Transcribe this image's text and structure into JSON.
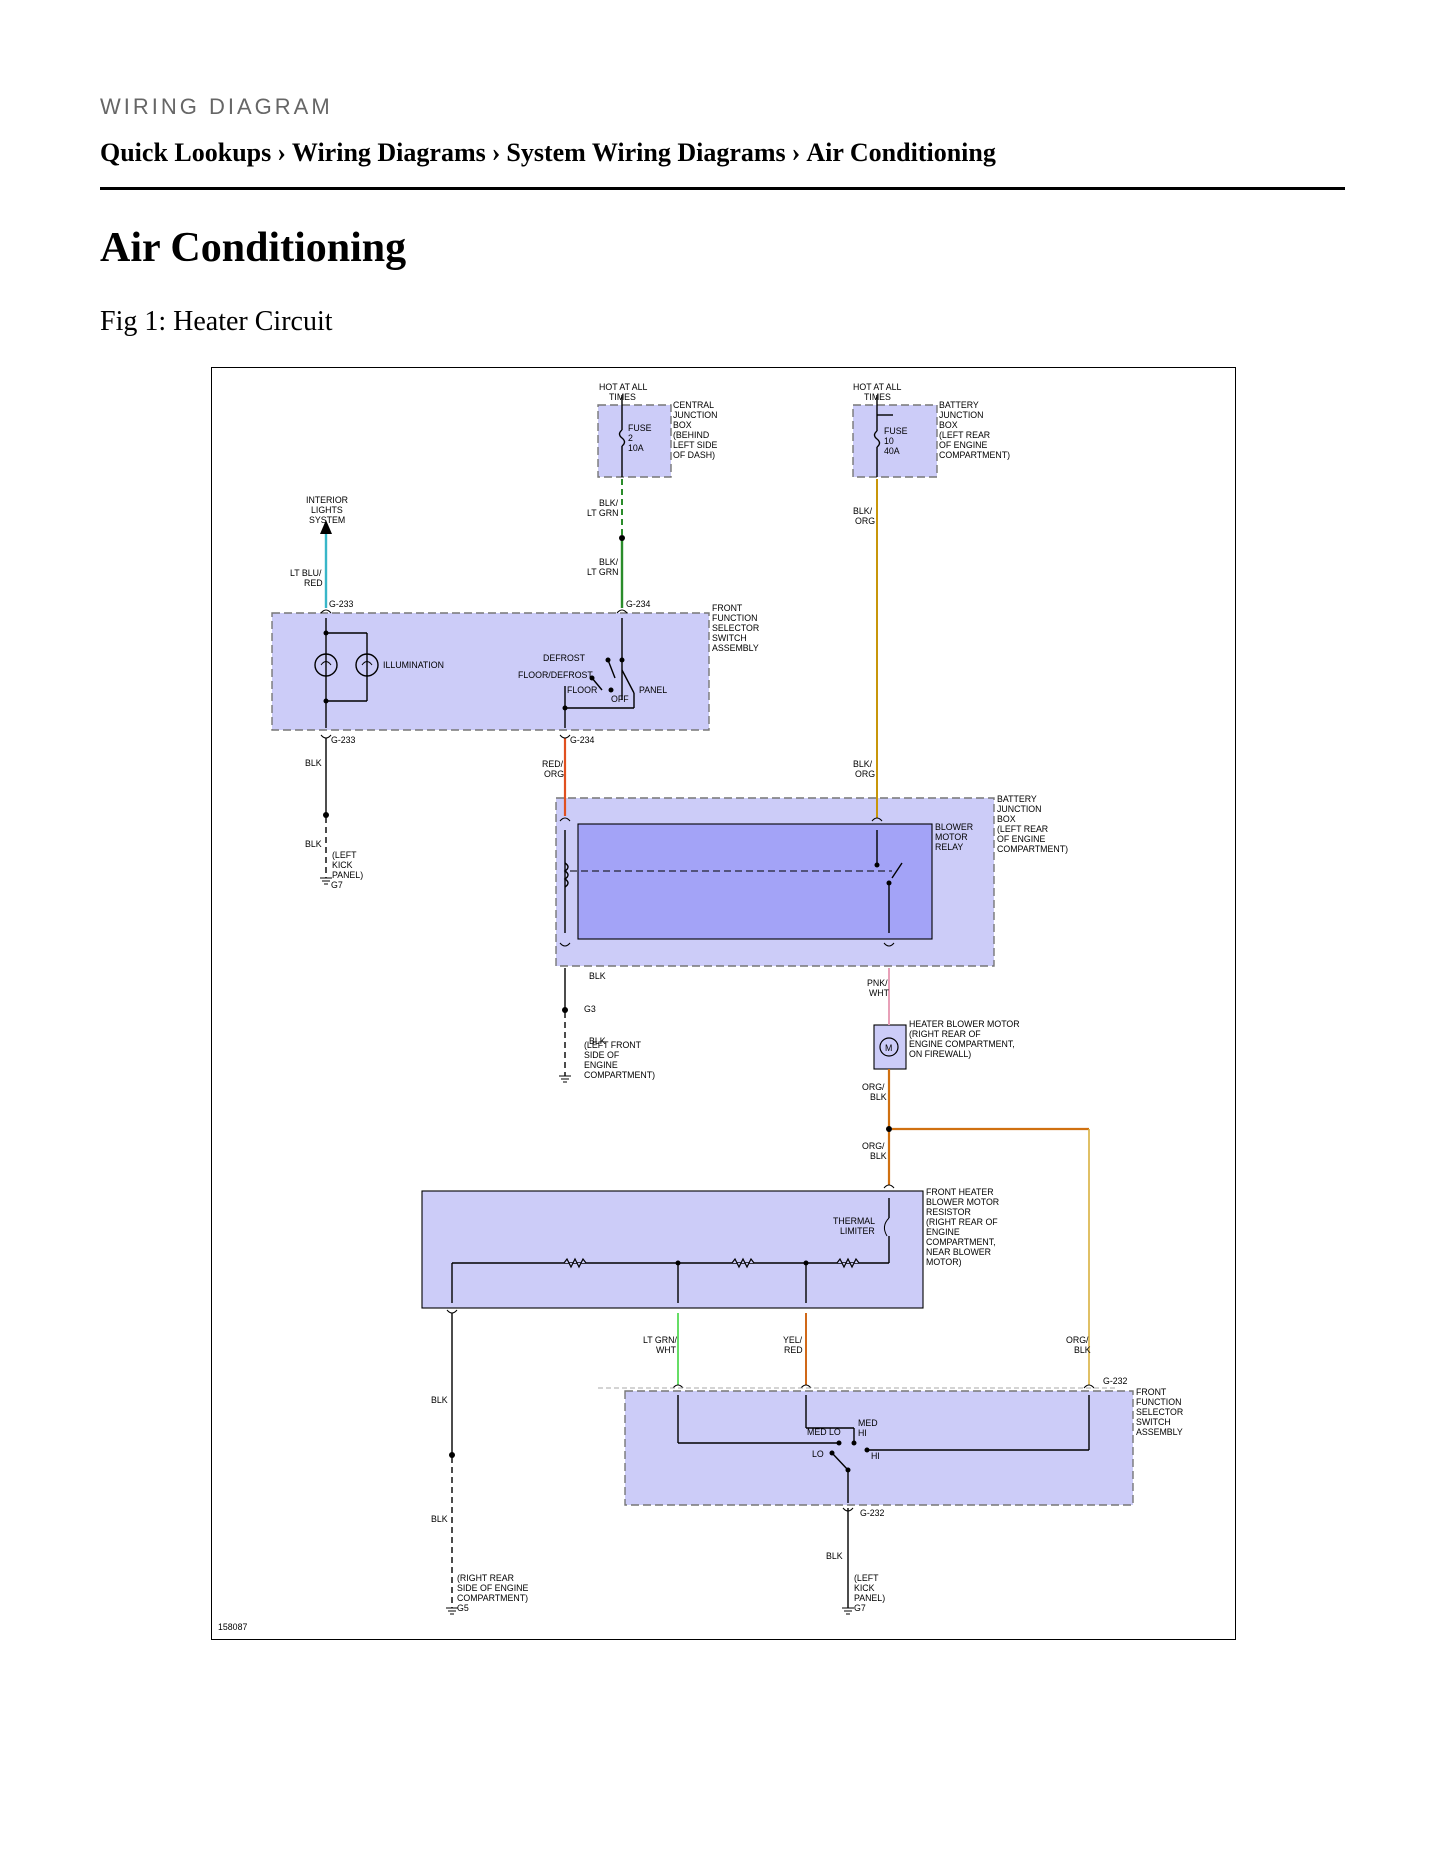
{
  "header": {
    "kicker": "WIRING DIAGRAM",
    "breadcrumb": [
      "Quick Lookups",
      "Wiring Diagrams",
      "System Wiring Diagrams",
      "Air Conditioning"
    ],
    "separator": "›"
  },
  "page_title": "Air Conditioning",
  "figure_caption": "Fig 1: Heater Circuit",
  "diagram": {
    "figure_id": "158087",
    "colors": {
      "module_fill": "#ccccf8",
      "relay_fill": "#a3a3f7",
      "wire_blk_ltgrn": "#2a8c2a",
      "wire_blk_org": "#c8960a",
      "wire_ltblu_red": "#38b6c8",
      "wire_red_org": "#e05020",
      "wire_pnk_wht": "#e8a0b8",
      "wire_org_blk": "#d07010",
      "wire_ltgrn_wht": "#66dd66",
      "wire_yel_red": "#d06818"
    },
    "labels": {
      "hot1_a": "HOT AT ALL",
      "hot1_b": "TIMES",
      "hot2_a": "HOT AT ALL",
      "hot2_b": "TIMES",
      "cjb_1": "CENTRAL",
      "cjb_2": "JUNCTION",
      "cjb_3": "BOX",
      "cjb_4": "(BEHIND",
      "cjb_5": "LEFT SIDE",
      "cjb_6": "OF DASH)",
      "fuse2_1": "FUSE",
      "fuse2_2": "2",
      "fuse2_3": "10A",
      "bjb_1": "BATTERY",
      "bjb_2": "JUNCTION",
      "bjb_3": "BOX",
      "bjb_4": "(LEFT REAR",
      "bjb_5": "OF ENGINE",
      "bjb_6": "COMPARTMENT)",
      "fuse10_1": "FUSE",
      "fuse10_2": "10",
      "fuse10_3": "40A",
      "ils_1": "INTERIOR",
      "ils_2": "LIGHTS",
      "ils_3": "SYSTEM",
      "w_ltblu_1": "LT BLU/",
      "w_ltblu_2": "RED",
      "w_blkltgrn_a1": "BLK/",
      "w_blkltgrn_a2": "LT GRN",
      "w_blkltgrn_b1": "BLK/",
      "w_blkltgrn_b2": "LT GRN",
      "w_blkorg_a1": "BLK/",
      "w_blkorg_a2": "ORG",
      "g233_top": "G-233",
      "g234_top": "G-234",
      "ffs_1": "FRONT",
      "ffs_2": "FUNCTION",
      "ffs_3": "SELECTOR",
      "ffs_4": "SWITCH",
      "ffs_5": "ASSEMBLY",
      "illumination": "ILLUMINATION",
      "defrost": "DEFROST",
      "floor_defrost": "FLOOR/DEFROST",
      "floor": "FLOOR",
      "off": "OFF",
      "panel": "PANEL",
      "g233_bot": "G-233",
      "g234_bot": "G-234",
      "w_blk_1": "BLK",
      "w_blk_2": "BLK",
      "lkp_1": "(LEFT",
      "lkp_2": "KICK",
      "lkp_3": "PANEL)",
      "g7_a": "G7",
      "w_redorg_1": "RED/",
      "w_redorg_2": "ORG",
      "w_blkorg_b1": "BLK/",
      "w_blkorg_b2": "ORG",
      "bjb2_1": "BATTERY",
      "bjb2_2": "JUNCTION",
      "bjb2_3": "BOX",
      "bjb2_4": "(LEFT REAR",
      "bjb2_5": "OF ENGINE",
      "bjb2_6": "COMPARTMENT)",
      "bmr_1": "BLOWER",
      "bmr_2": "MOTOR",
      "bmr_3": "RELAY",
      "w_blk_3": "BLK",
      "w_blk_4": "BLK",
      "lfs_1": "(LEFT FRONT",
      "lfs_2": "SIDE OF",
      "lfs_3": "ENGINE",
      "lfs_4": "COMPARTMENT)",
      "g3": "G3",
      "w_pnkwht_1": "PNK/",
      "w_pnkwht_2": "WHT",
      "hbm_1": "HEATER BLOWER MOTOR",
      "hbm_2": "(RIGHT REAR OF",
      "hbm_3": "ENGINE COMPARTMENT,",
      "hbm_4": "ON FIREWALL)",
      "motor_m": "M",
      "w_orgblk_a1": "ORG/",
      "w_orgblk_a2": "BLK",
      "w_orgblk_b1": "ORG/",
      "w_orgblk_b2": "BLK",
      "fhr_1": "FRONT HEATER",
      "fhr_2": "BLOWER MOTOR",
      "fhr_3": "RESISTOR",
      "fhr_4": "(RIGHT REAR OF",
      "fhr_5": "ENGINE",
      "fhr_6": "COMPARTMENT,",
      "fhr_7": "NEAR BLOWER",
      "fhr_8": "MOTOR)",
      "thermal_1": "THERMAL",
      "thermal_2": "LIMITER",
      "w_ltgrnwht_1": "LT GRN/",
      "w_ltgrnwht_2": "WHT",
      "w_yelred_1": "YEL/",
      "w_yelred_2": "RED",
      "w_orgblk_c1": "ORG/",
      "w_orgblk_c2": "BLK",
      "g232_top": "G-232",
      "ffs2_1": "FRONT",
      "ffs2_2": "FUNCTION",
      "ffs2_3": "SELECTOR",
      "ffs2_4": "SWITCH",
      "ffs2_5": "ASSEMBLY",
      "med_lo": "MED LO",
      "med_hi_1": "MED",
      "med_hi_2": "HI",
      "lo": "LO",
      "hi": "HI",
      "w_blk_5": "BLK",
      "w_blk_6": "BLK",
      "rrs_1": "(RIGHT REAR",
      "rrs_2": "SIDE OF ENGINE",
      "rrs_3": "COMPARTMENT)",
      "g5": "G5",
      "g232_bot": "G-232",
      "w_blk_7": "BLK",
      "lkp2_1": "(LEFT",
      "lkp2_2": "KICK",
      "lkp2_3": "PANEL)",
      "g7_b": "G7"
    }
  }
}
